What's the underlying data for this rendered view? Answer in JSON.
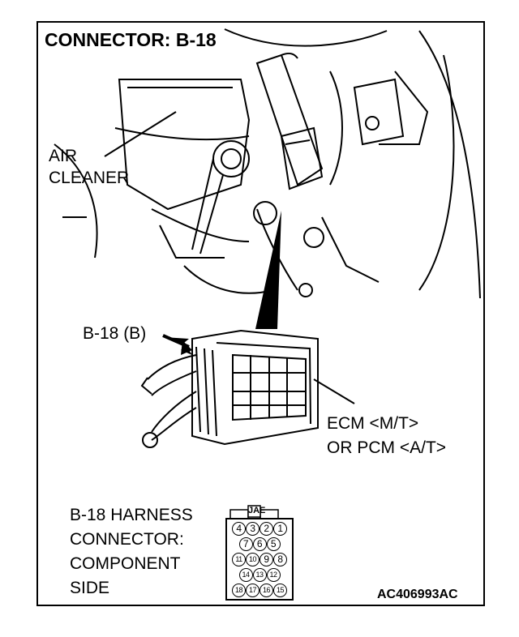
{
  "title": "CONNECTOR: B-18",
  "air_cleaner": {
    "line1": "AIR",
    "line2": "CLEANER"
  },
  "connector_pointer": "B-18 (B)",
  "ecm_label": {
    "line1": "ECM <M/T>",
    "line2": "OR PCM <A/T>"
  },
  "harness_label": {
    "line1": "B-18 HARNESS",
    "line2": "CONNECTOR:",
    "line3": "COMPONENT",
    "line4": "SIDE"
  },
  "connector_brand": "JAE",
  "pin_rows": [
    [
      "4",
      "3",
      "2",
      "1"
    ],
    [
      "7",
      "6",
      "5"
    ],
    [
      "11",
      "10",
      "9",
      "8"
    ],
    [
      "14",
      "13",
      "12"
    ],
    [
      "18",
      "17",
      "16",
      "15"
    ]
  ],
  "figure_code": "AC406993AC"
}
